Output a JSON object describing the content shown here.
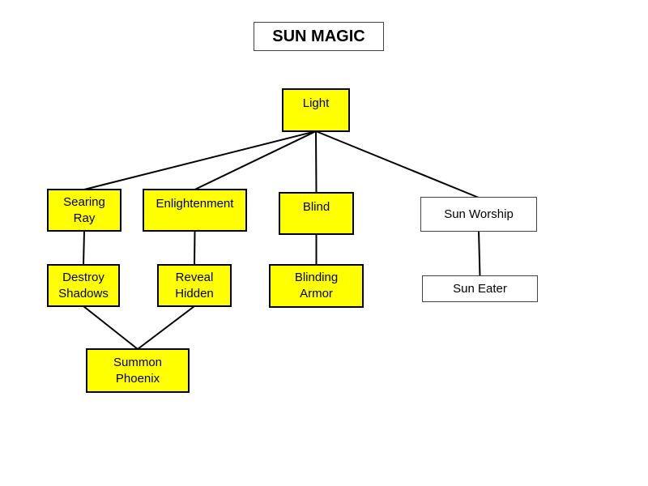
{
  "page": {
    "background": "#ffffff"
  },
  "title": {
    "label": "SUN MAGIC"
  },
  "colors": {
    "yellow_node_fill": "#ffff00",
    "white_node_fill": "#ffffff",
    "yellow_node_border": "#000000",
    "white_node_border": "#444444",
    "line": "#000000",
    "text": "#000000"
  },
  "nodes": {
    "light": {
      "label": "Light",
      "fill": "#ffff00"
    },
    "searing_ray": {
      "label": "Searing\nRay",
      "fill": "#ffff00"
    },
    "enlightenment": {
      "label": "Enlightenment",
      "fill": "#ffff00"
    },
    "blind": {
      "label": "Blind",
      "fill": "#ffff00"
    },
    "sun_worship": {
      "label": "Sun Worship",
      "fill": "#ffffff"
    },
    "destroy_shadows": {
      "label": "Destroy\nShadows",
      "fill": "#ffff00"
    },
    "reveal_hidden": {
      "label": "Reveal\nHidden",
      "fill": "#ffff00"
    },
    "blinding_armor": {
      "label": "Blinding\nArmor",
      "fill": "#ffff00"
    },
    "sun_eater": {
      "label": "Sun Eater",
      "fill": "#ffffff"
    },
    "summon_phoenix": {
      "label": "Summon\nPhoenix",
      "fill": "#ffff00"
    }
  },
  "edges": [
    {
      "from": "light",
      "to": "searing_ray"
    },
    {
      "from": "light",
      "to": "enlightenment"
    },
    {
      "from": "light",
      "to": "blind"
    },
    {
      "from": "light",
      "to": "sun_worship"
    },
    {
      "from": "searing_ray",
      "to": "destroy_shadows"
    },
    {
      "from": "enlightenment",
      "to": "reveal_hidden"
    },
    {
      "from": "blind",
      "to": "blinding_armor"
    },
    {
      "from": "sun_worship",
      "to": "sun_eater"
    },
    {
      "from": "destroy_shadows",
      "to": "summon_phoenix"
    },
    {
      "from": "reveal_hidden",
      "to": "summon_phoenix"
    }
  ]
}
